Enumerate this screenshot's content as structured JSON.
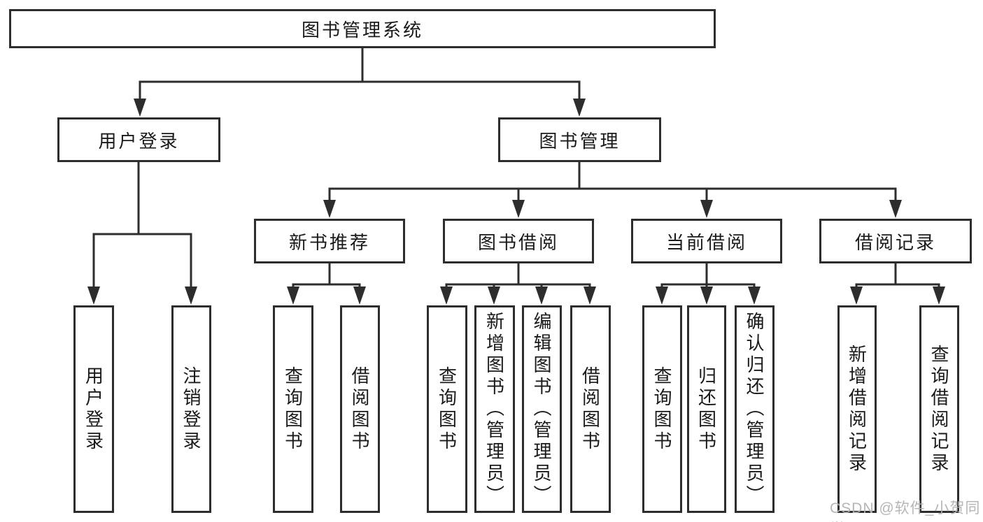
{
  "diagram": {
    "title": "图书管理系统",
    "branches": [
      {
        "label": "用户登录",
        "children": [
          "用户登录",
          "注销登录"
        ]
      },
      {
        "label": "图书管理",
        "groups": [
          {
            "label": "新书推荐",
            "children": [
              "查询图书",
              "借阅图书"
            ]
          },
          {
            "label": "图书借阅",
            "children": [
              "查询图书",
              "新增图书（管理员）",
              "编辑图书（管理员）",
              "借阅图书"
            ]
          },
          {
            "label": "当前借阅",
            "children": [
              "查询图书",
              "归还图书",
              "确认归还（管理员）"
            ]
          },
          {
            "label": "借阅记录",
            "children": [
              "新增借阅记录",
              "查询借阅记录"
            ]
          }
        ]
      }
    ]
  },
  "watermark": "CSDN @软件_小贺同学",
  "colors": {
    "line": "#2d2d2d",
    "text": "#1a1a1a",
    "watermark": "#b2b2b2",
    "background": "#ffffff"
  }
}
